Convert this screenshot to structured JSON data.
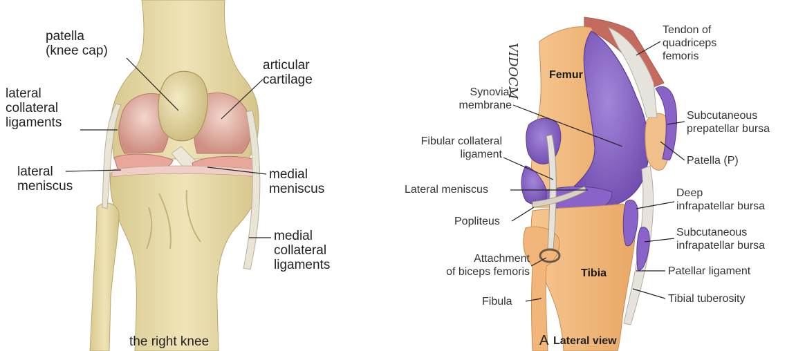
{
  "left_figure": {
    "caption": "the right knee",
    "labels": {
      "patella": "patella\n(knee cap)",
      "articular_cartilage": "articular\ncartilage",
      "lateral_collateral": "lateral\ncollateral\nligaments",
      "lateral_meniscus": "lateral\nmeniscus",
      "medial_meniscus": "medial\nmeniscus",
      "medial_collateral": "medial\ncollateral\nligaments"
    }
  },
  "right_figure": {
    "caption_letter": "A",
    "caption_text": "Lateral view",
    "signature": "VIDOCM",
    "labels": {
      "tendon_quadriceps": "Tendon of\nquadriceps\nfemoris",
      "synovial_membrane": "Synovial\nmembrane",
      "subcutaneous_prepatellar": "Subcutaneous\nprepatellar bursa",
      "fibular_collateral": "Fibular collateral\nligament",
      "patella_p": "Patella (P)",
      "lateral_meniscus": "Lateral meniscus",
      "deep_infrapatellar": "Deep\ninfrapatellar bursa",
      "popliteus": "Popliteus",
      "subcutaneous_infrapatellar": "Subcutaneous\ninfrapatellar bursa",
      "attachment_biceps": "Attachment\nof biceps femoris",
      "patellar_ligament": "Patellar ligament",
      "fibula": "Fibula",
      "tibial_tuberosity": "Tibial tuberosity",
      "femur": "Femur",
      "tibia": "Tibia"
    }
  },
  "colors": {
    "bone": "#e8dcaa",
    "bone_shadow": "#cfc08a",
    "cartilage": "#e6b7ad",
    "ligament": "#e9e4d6",
    "femur_orange": "#f2b878",
    "synovial_purple": "#8a63c8",
    "purple_dark": "#6b47a8",
    "muscle_red": "#c56a5e"
  }
}
